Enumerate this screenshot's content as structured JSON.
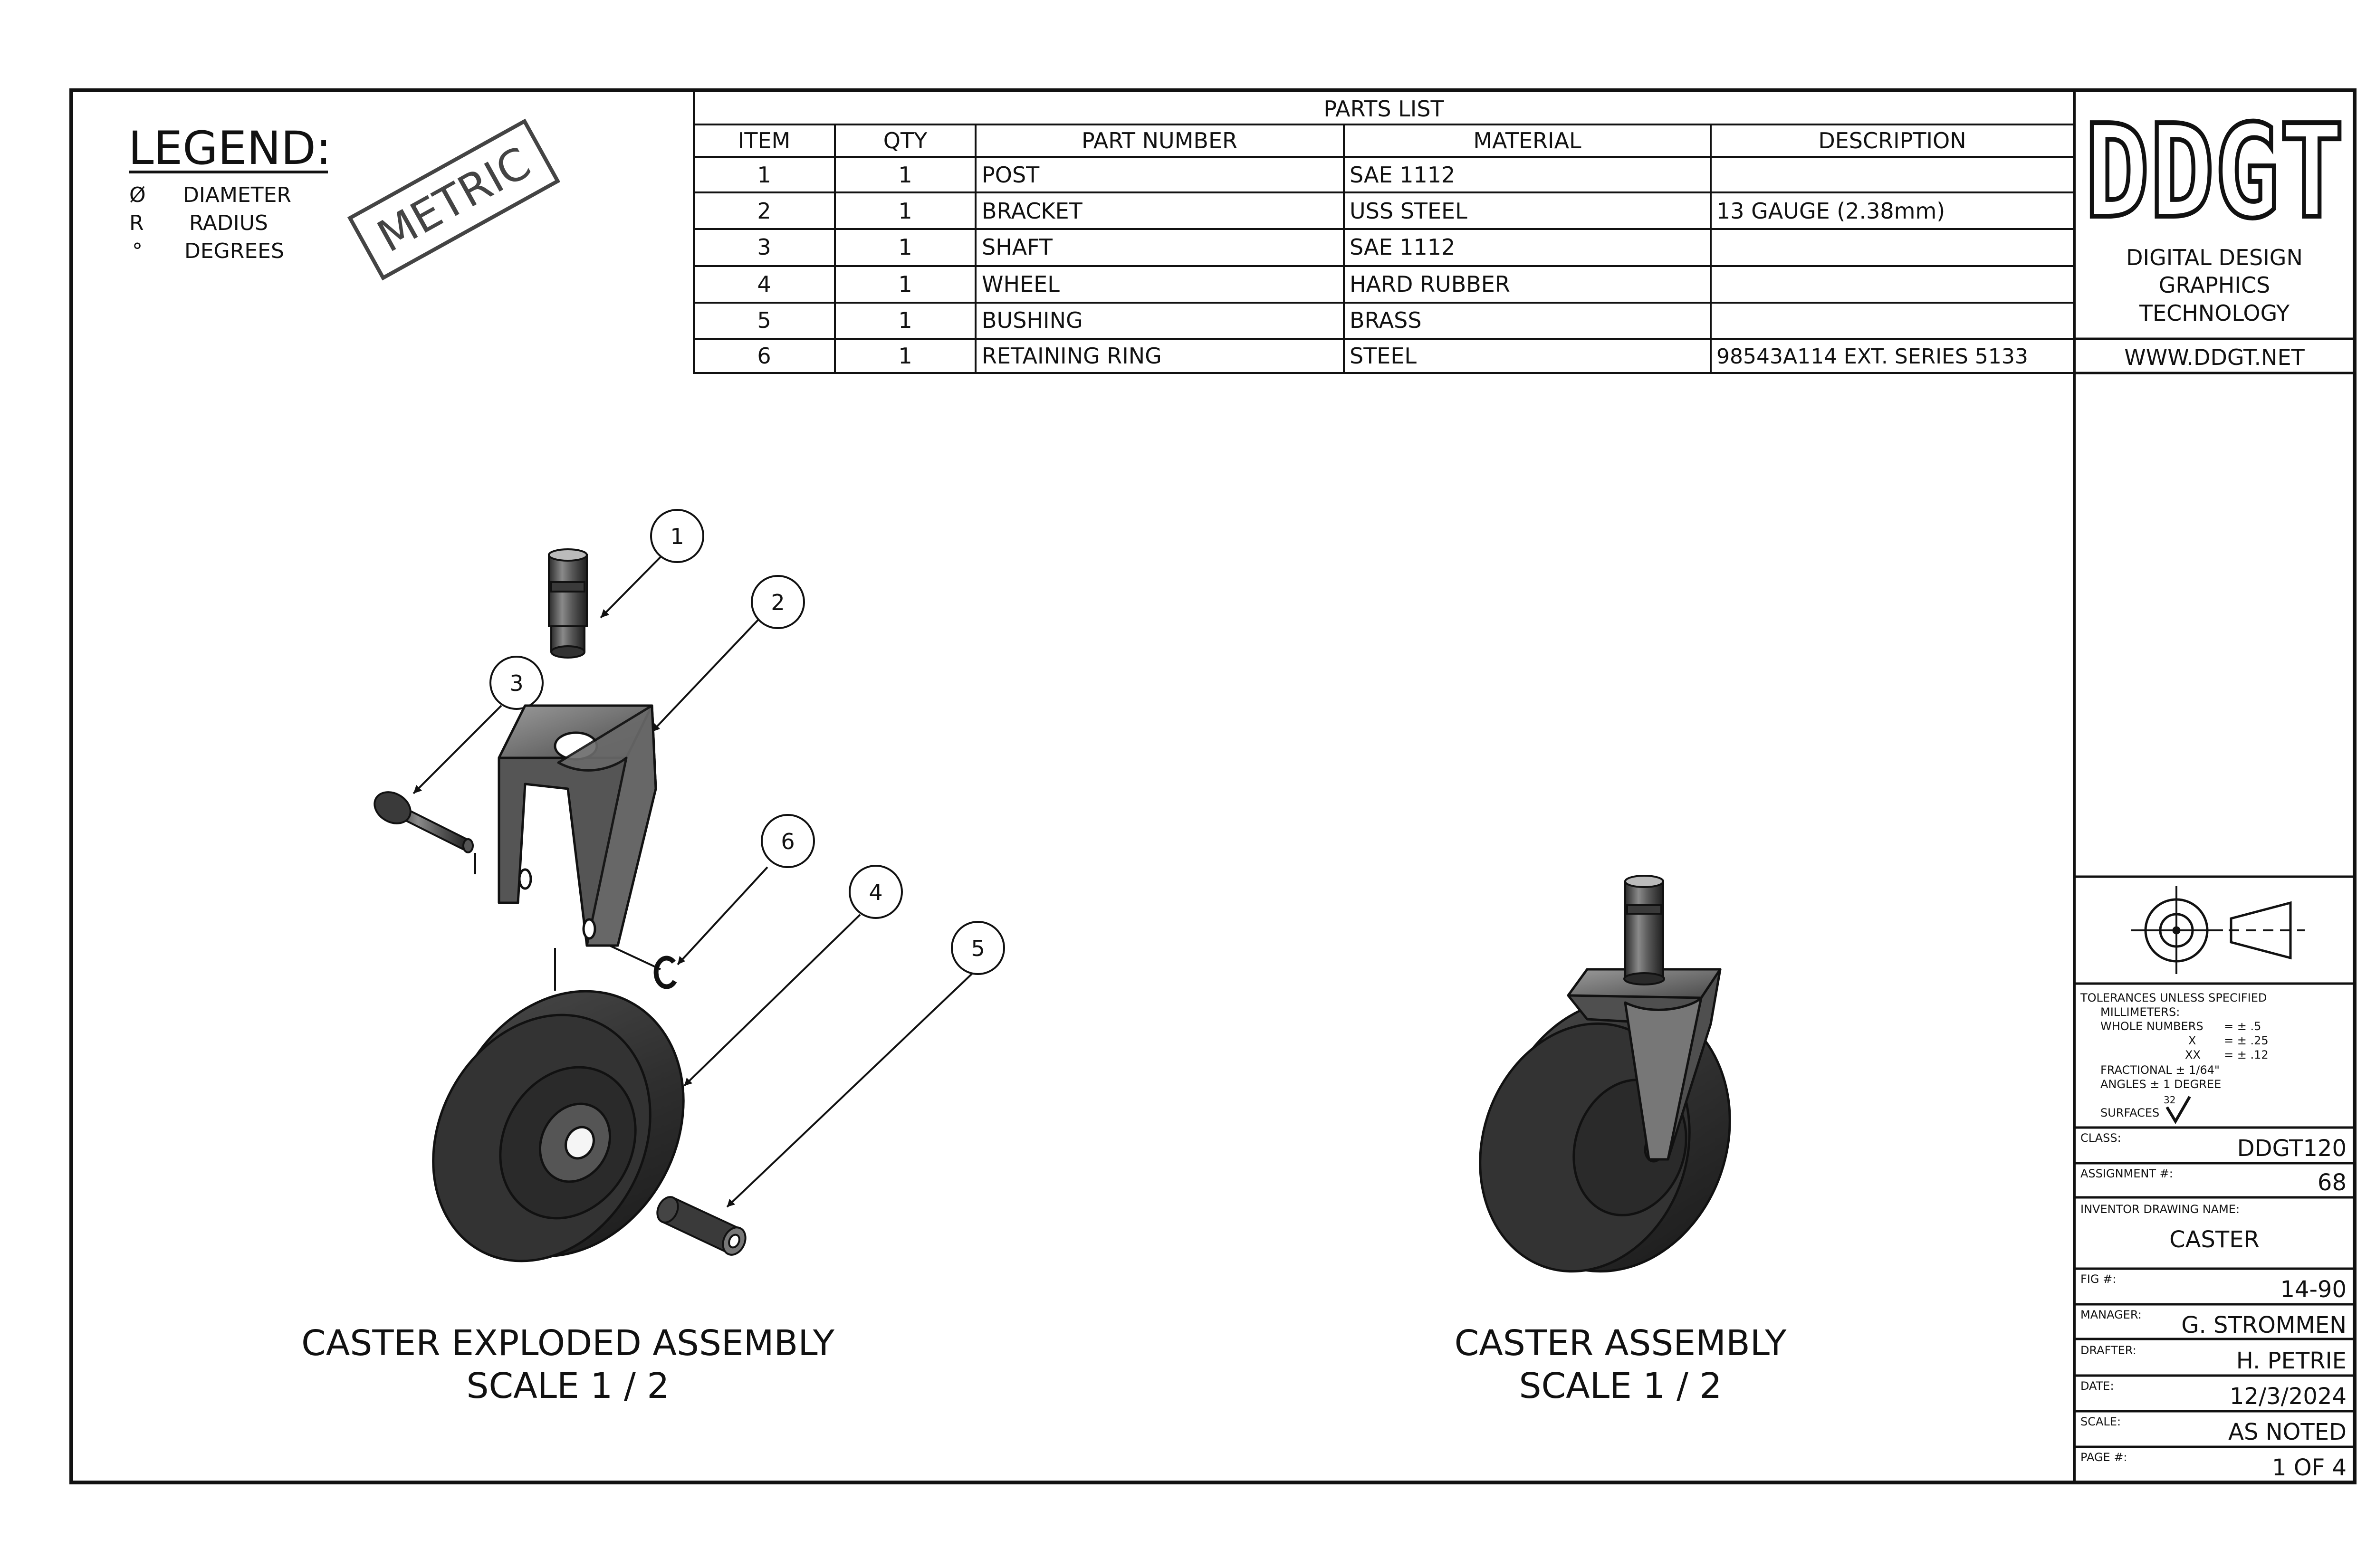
{
  "legend": {
    "title": "LEGEND:",
    "items": [
      {
        "symbol": "Ø",
        "label": "DIAMETER"
      },
      {
        "symbol": "R",
        "label": "RADIUS"
      },
      {
        "symbol": "°",
        "label": "DEGREES"
      }
    ],
    "stamp": "METRIC"
  },
  "parts_list": {
    "title": "PARTS LIST",
    "headers": [
      "ITEM",
      "QTY",
      "PART NUMBER",
      "MATERIAL",
      "DESCRIPTION"
    ],
    "rows": [
      [
        "1",
        "1",
        "POST",
        "SAE 1112",
        ""
      ],
      [
        "2",
        "1",
        "BRACKET",
        "USS STEEL",
        "13 GAUGE (2.38mm)"
      ],
      [
        "3",
        "1",
        "SHAFT",
        "SAE 1112",
        ""
      ],
      [
        "4",
        "1",
        "WHEEL",
        "HARD RUBBER",
        ""
      ],
      [
        "5",
        "1",
        "BUSHING",
        "BRASS",
        ""
      ],
      [
        "6",
        "1",
        "RETAINING RING",
        "STEEL",
        "98543A114 EXT.  SERIES 5133"
      ]
    ]
  },
  "title_block": {
    "logo_text": "DDGT",
    "company_lines": [
      "DIGITAL DESIGN",
      "GRAPHICS",
      "TECHNOLOGY"
    ],
    "website": "WWW.DDGT.NET",
    "tolerances": {
      "heading": "TOLERANCES UNLESS SPECIFIED",
      "units": "MILLIMETERS:",
      "whole_label": "WHOLE NUMBERS",
      "whole_value": "= ± .5",
      "x_label": "X",
      "x_value": "= ± .25",
      "xx_label": "XX",
      "xx_value": "= ± .12",
      "fractional": "FRACTIONAL ± 1/64\"",
      "angles": "ANGLES ± 1 DEGREE",
      "surfaces_label": "SURFACES",
      "surface_finish": "32"
    },
    "class_label": "CLASS:",
    "class_value": "DDGT120",
    "assignment_label": "ASSIGNMENT #:",
    "assignment_value": "68",
    "drawing_name_label": "INVENTOR DRAWING NAME:",
    "drawing_name_value": "CASTER",
    "fig_label": "FIG #:",
    "fig_value": "14-90",
    "manager_label": "MANAGER:",
    "manager_value": "G. STROMMEN",
    "drafter_label": "DRAFTER:",
    "drafter_value": "H. PETRIE",
    "date_label": "DATE:",
    "date_value": "12/3/2024",
    "scale_label": "SCALE:",
    "scale_value": "AS NOTED",
    "page_label": "PAGE #:",
    "page_value": "1 OF 4"
  },
  "views": {
    "exploded_title": "CASTER EXPLODED ASSEMBLY",
    "exploded_scale": "SCALE 1 / 2",
    "assembly_title": "CASTER ASSEMBLY",
    "assembly_scale": "SCALE 1 / 2"
  },
  "balloons": [
    "1",
    "2",
    "3",
    "4",
    "5",
    "6"
  ],
  "colors": {
    "line": "#111111",
    "metal": "#4a4a4a",
    "rubber": "#2e2e2e"
  }
}
